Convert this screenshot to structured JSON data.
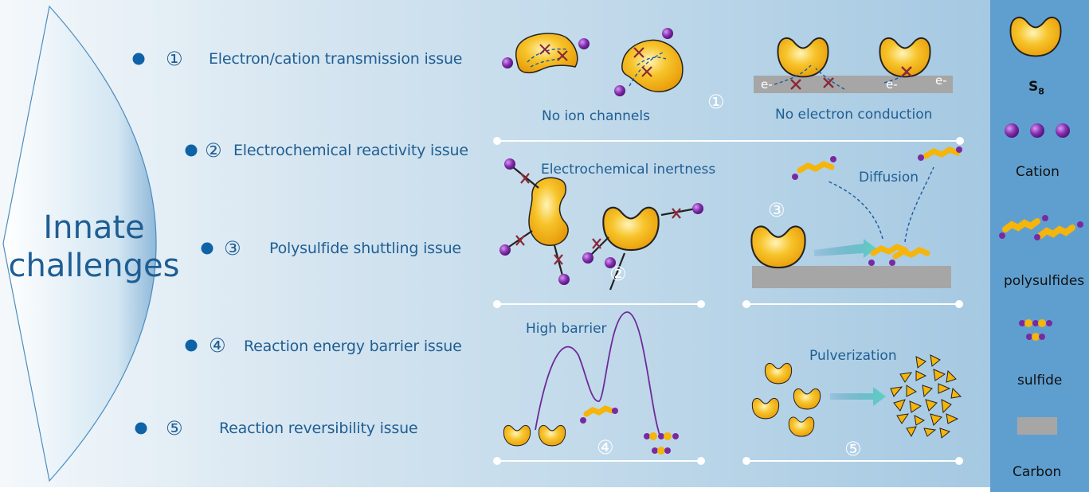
{
  "title_lines": [
    "Innate",
    "challenges"
  ],
  "issues": [
    {
      "num": "①",
      "label": "Electron/cation transmission issue"
    },
    {
      "num": "②",
      "label": "Electrochemical reactivity issue"
    },
    {
      "num": "③",
      "label": "Polysulfide shuttling issue"
    },
    {
      "num": "④",
      "label": "Reaction energy barrier issue"
    },
    {
      "num": "⑤",
      "label": "Reaction reversibility issue"
    }
  ],
  "panels": {
    "ion_channels": "No ion channels",
    "electron_conduction": "No electron conduction",
    "panel1_num": "①",
    "inertness": "Electrochemical inertness",
    "panel2_num": "②",
    "diffusion": "Diffusion",
    "panel3_num": "③",
    "barrier": "High barrier",
    "panel4_num": "④",
    "pulverization": "Pulverization",
    "panel5_num": "⑤",
    "electron_label": "e-"
  },
  "legend": {
    "s8_main": "S",
    "s8_sub": "8",
    "cation": "Cation",
    "polysulfides": "polysulfides",
    "sulfide": "sulfide",
    "carbon": "Carbon"
  },
  "colors": {
    "accent_blue": "#1f5e93",
    "dot_blue": "#0e62a8",
    "sulfur_gold": "#f5b50a",
    "cation_purple": "#7a2aa0",
    "carbon_gray": "#a6a6a6",
    "legend_bg": "#5f9fd0"
  }
}
